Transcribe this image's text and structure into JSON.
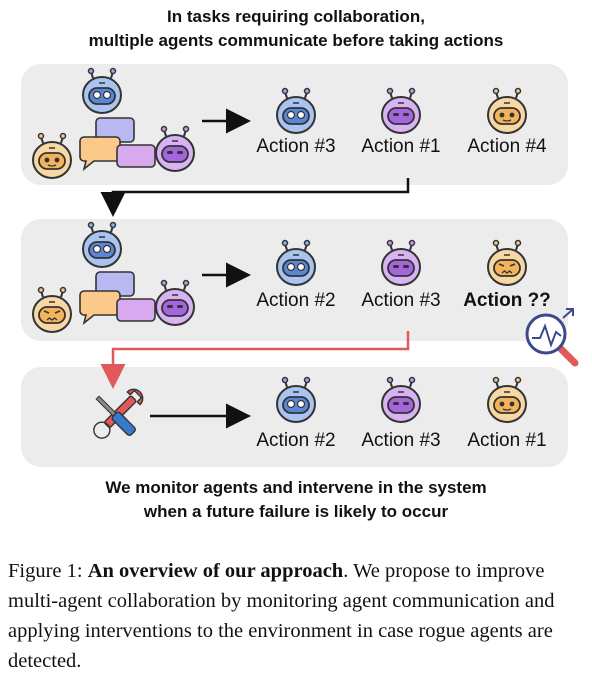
{
  "header": {
    "line1": "In tasks requiring collaboration,",
    "line2": "multiple agents communicate before taking actions"
  },
  "row1": {
    "a": "Action #3",
    "b": "Action #1",
    "c": "Action #4"
  },
  "row2": {
    "a": "Action #2",
    "b": "Action #3",
    "c": "Action ??"
  },
  "row3": {
    "a": "Action #2",
    "b": "Action #3",
    "c": "Action #1"
  },
  "footer": {
    "line1": "We monitor agents and intervene in the system",
    "line2": "when a future failure is likely to occur"
  },
  "caption": {
    "label": "Figure 1:",
    "bold": "An overview of our approach",
    "rest": ". We propose to improve multi-agent collaboration by monitoring agent communication and applying interventions to the environment in case rogue agents are detected."
  },
  "colors": {
    "blue": "#5a86d6",
    "purple": "#a566dc",
    "orange": "#f2b35a",
    "intervention_arrow": "#e05a5a",
    "panel": "#ececec"
  },
  "icons": [
    "robot-blue-icon",
    "robot-purple-icon",
    "robot-orange-icon",
    "chat-bubble-icon",
    "magnifier-chart-icon",
    "wrench-screwdriver-icon"
  ]
}
